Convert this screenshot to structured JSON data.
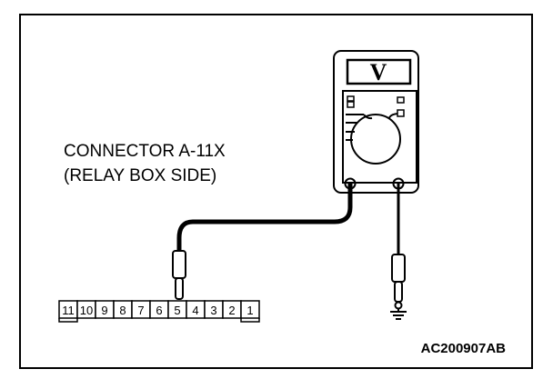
{
  "connector_label": {
    "line1": "CONNECTOR A-11X",
    "line2": "(RELAY BOX SIDE)"
  },
  "meter": {
    "mode": "V"
  },
  "connector_pins": [
    "11",
    "10",
    "9",
    "8",
    "7",
    "6",
    "5",
    "4",
    "3",
    "2",
    "1"
  ],
  "probed_pin": "5",
  "figure_code": "AC200907AB"
}
